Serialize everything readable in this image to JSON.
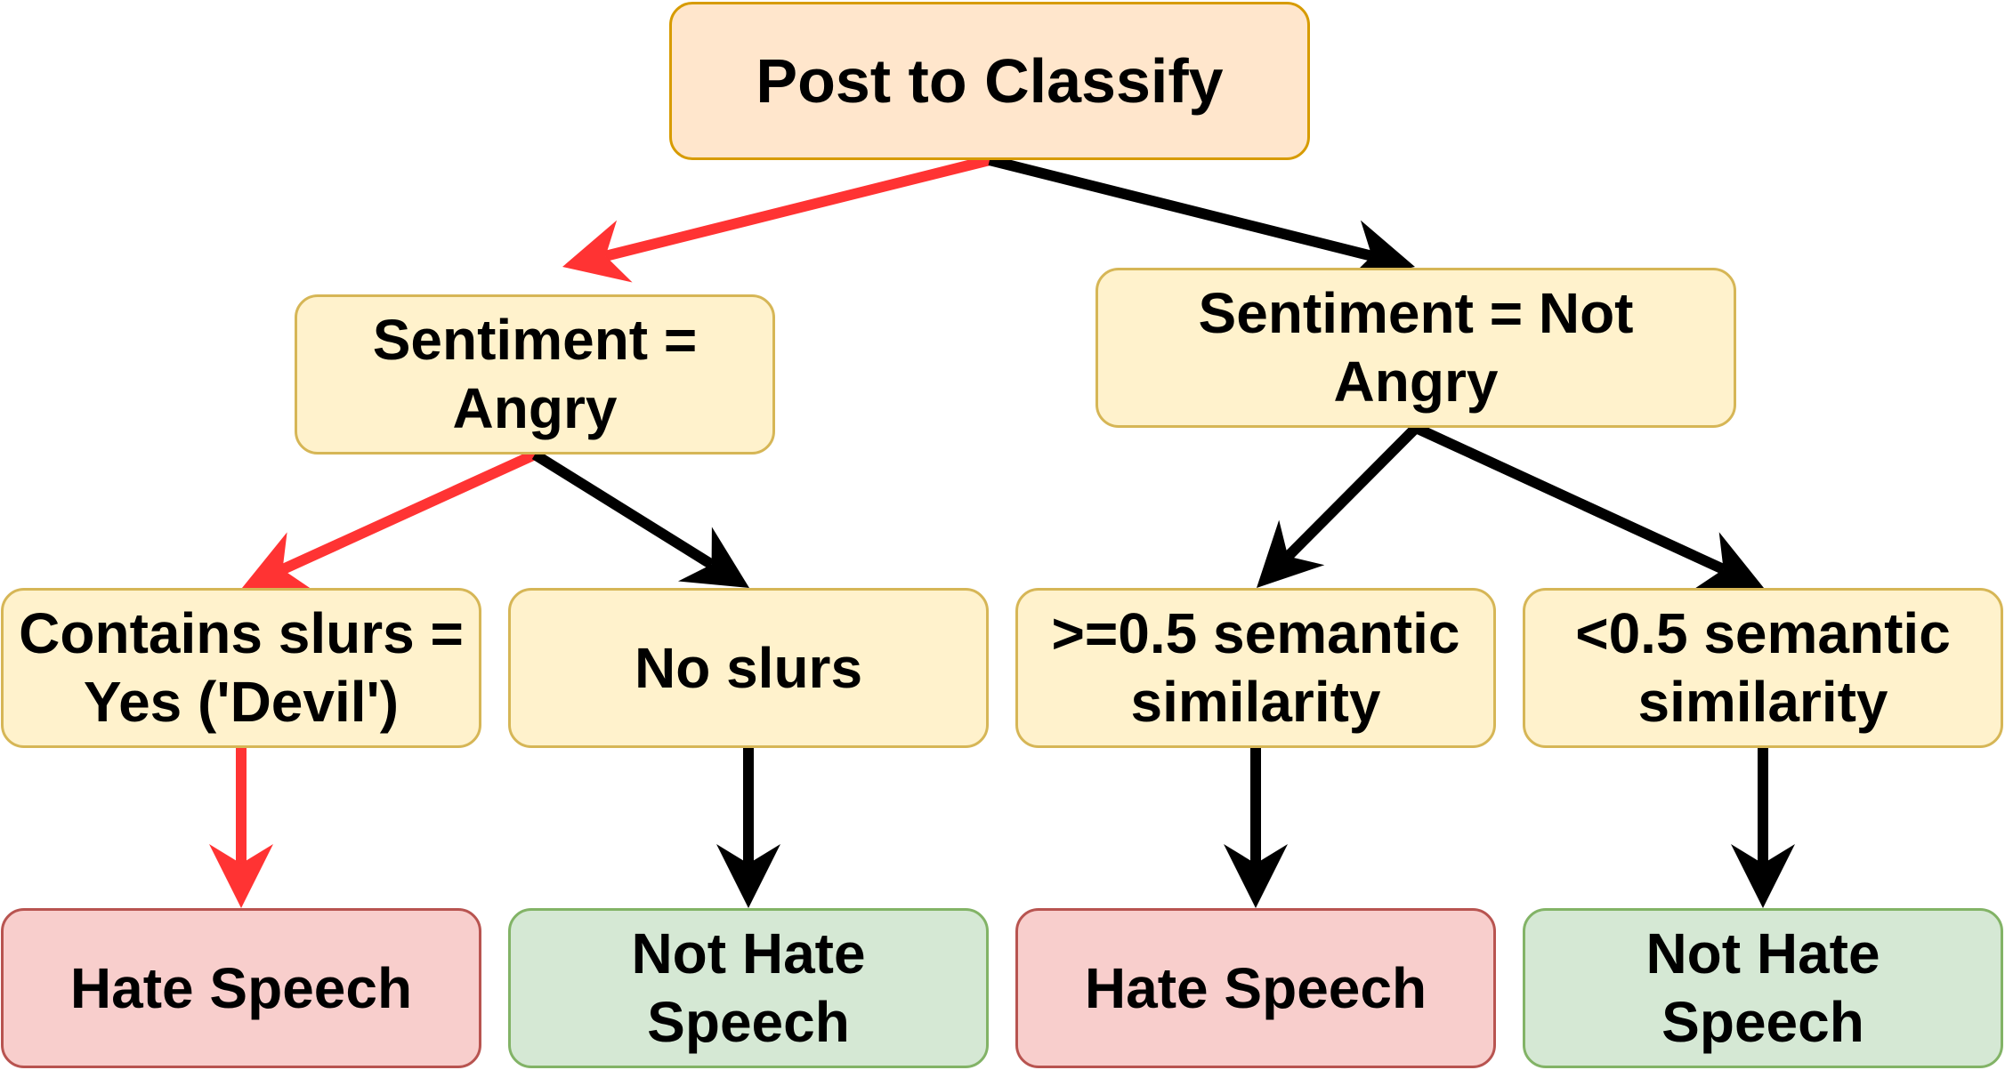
{
  "nodes": {
    "root": "Post to Classify",
    "angry": "Sentiment = Angry",
    "not_angry": "Sentiment = Not Angry",
    "slurs_yes": "Contains slurs = Yes ('Devil')",
    "no_slurs": "No slurs",
    "sim_high": ">=0.5 semantic similarity",
    "sim_low": "<0.5 semantic similarity",
    "out_1": "Hate Speech",
    "out_2": "Not Hate Speech",
    "out_3": "Hate Speech",
    "out_4": "Not Hate Speech"
  },
  "colors": {
    "highlight_path": "#ff3333",
    "default_path": "#000000",
    "root_fill": "#ffe6cc",
    "decision_fill": "#fff2cc",
    "hate_fill": "#f8cecc",
    "not_hate_fill": "#d5e8d4"
  },
  "edges": [
    {
      "from": "root",
      "to": "angry",
      "highlighted": true
    },
    {
      "from": "root",
      "to": "not_angry",
      "highlighted": false
    },
    {
      "from": "angry",
      "to": "slurs_yes",
      "highlighted": true
    },
    {
      "from": "angry",
      "to": "no_slurs",
      "highlighted": false
    },
    {
      "from": "not_angry",
      "to": "sim_high",
      "highlighted": false
    },
    {
      "from": "not_angry",
      "to": "sim_low",
      "highlighted": false
    },
    {
      "from": "slurs_yes",
      "to": "out_1",
      "highlighted": true
    },
    {
      "from": "no_slurs",
      "to": "out_2",
      "highlighted": false
    },
    {
      "from": "sim_high",
      "to": "out_3",
      "highlighted": false
    },
    {
      "from": "sim_low",
      "to": "out_4",
      "highlighted": false
    }
  ]
}
